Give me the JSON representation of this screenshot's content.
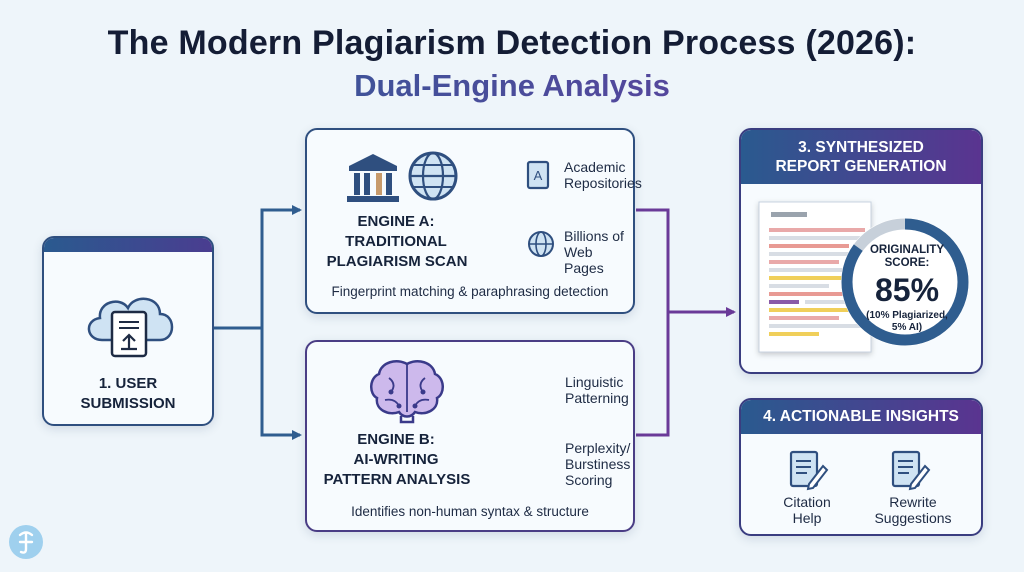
{
  "title": {
    "line1": "The Modern Plagiarism Detection Process (2026):",
    "line2": "Dual-Engine Analysis"
  },
  "step1": {
    "line1": "1. USER",
    "line2": "SUBMISSION"
  },
  "engine_a": {
    "line1": "ENGINE A:",
    "line2": "TRADITIONAL",
    "line3": "PLAGIARISM SCAN",
    "source1_l1": "Academic",
    "source1_l2": "Repositories",
    "source2_l1": "Billions of",
    "source2_l2": "Web Pages",
    "caption": "Fingerprint matching & paraphrasing detection"
  },
  "engine_b": {
    "line1": "ENGINE B:",
    "line2": "AI-WRITING",
    "line3": "PATTERN ANALYSIS",
    "signal1_l1": "Linguistic",
    "signal1_l2": "Patterning",
    "signal2_l1": "Perplexity/",
    "signal2_l2": "Burstiness",
    "signal2_l3": "Scoring",
    "caption": "Identifies non-human syntax & structure"
  },
  "report": {
    "header_l1": "3. SYNTHESIZED",
    "header_l2": "REPORT GENERATION",
    "score_label_l1": "ORIGINALITY",
    "score_label_l2": "SCORE:",
    "score_value": "85%",
    "score_note_l1": "(10% Plagiarized,",
    "score_note_l2": "5% AI)",
    "score_fraction": 0.85
  },
  "insights": {
    "header": "4. ACTIONABLE INSIGHTS",
    "item1_l1": "Citation",
    "item1_l2": "Help",
    "item2_l1": "Rewrite",
    "item2_l2": "Suggestions"
  },
  "icons": [
    "cloud-upload-icon",
    "institution-icon",
    "globe-icon",
    "book-icon",
    "brain-icon",
    "document-icon",
    "edit-document-icon",
    "logo-icon"
  ],
  "colors": {
    "navy": "#2f4f7f",
    "purple": "#5a3490",
    "arrow_blue": "#2f5d8f",
    "arrow_purple": "#6a3a98"
  }
}
